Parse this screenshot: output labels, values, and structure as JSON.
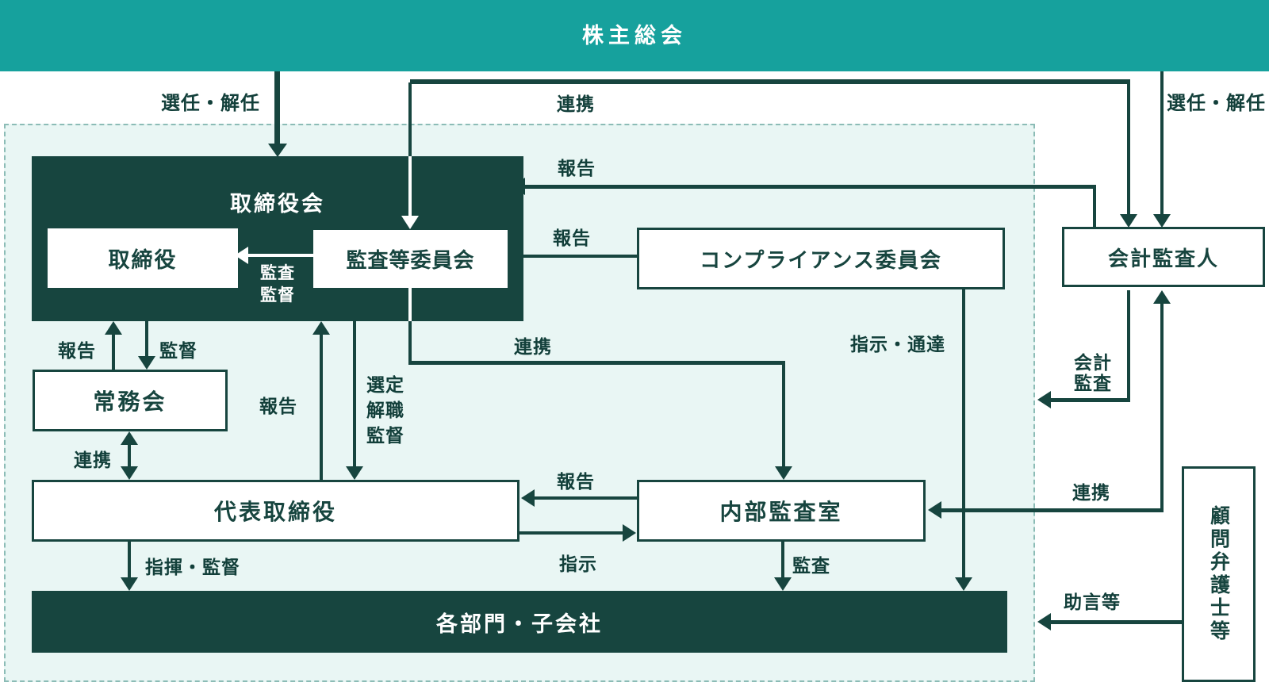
{
  "banner": {
    "title": "株主総会"
  },
  "nodes": {
    "board": "取締役会",
    "directors": "取締役",
    "audit_committee": "監査等委員会",
    "compliance_committee": "コンプライアンス委員会",
    "accounting_auditor": "会計監査人",
    "executive_committee": "常務会",
    "representative_director": "代表取締役",
    "internal_audit_office": "内部監査室",
    "departments_subsidiaries": "各部門・子会社",
    "corporate_lawyers": "顧問弁護士等"
  },
  "labels": {
    "appoint_dismiss_left": "選任・解任",
    "appoint_dismiss_right": "選任・解任",
    "cooperation_top": "連携",
    "report_to_board": "報告",
    "report_to_audit_committee": "報告",
    "audit_supervise": [
      "監査",
      "監督"
    ],
    "report_jomukai": "報告",
    "supervise_jomukai": "監督",
    "cooperation_jomukai": "連携",
    "report_center": "報告",
    "select_dismiss_supervise": [
      "選定",
      "解職",
      "監督"
    ],
    "cooperation_internal": "連携",
    "instruct_notify": "指示・通達",
    "report_daihyo": "報告",
    "instruct_daihyo": "指示",
    "audit_internal": "監査",
    "command_supervise": "指揮・監督",
    "accounting_audit": [
      "会計",
      "監査"
    ],
    "cooperation_auditor": "連携",
    "advice": "助言等"
  },
  "colors": {
    "banner_teal": "#16a19d",
    "dark_box": "#17453f",
    "panel_mint": "#e9f6f4",
    "panel_dash": "#8cbcb6",
    "label_text": "#123f3a"
  }
}
